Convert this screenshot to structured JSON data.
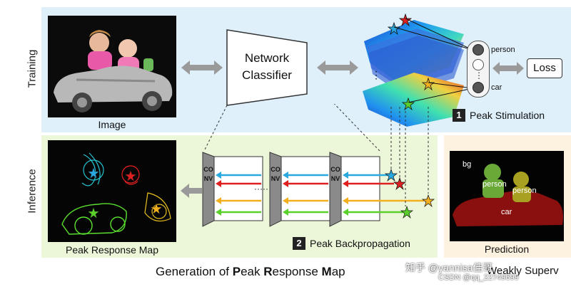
{
  "sections": {
    "training_label": "Training",
    "inference_label": "Inference"
  },
  "training": {
    "image_caption": "Image",
    "network_line1": "Network",
    "network_line2": "Classifier",
    "classes": [
      "person",
      "car"
    ],
    "loss_label": "Loss",
    "step1_number": "1",
    "step1_label": "Peak Stimulation"
  },
  "inference": {
    "response_caption": "Peak Response Map",
    "conv_label": "CONV",
    "step2_number": "2",
    "step2_label": "Peak Backpropagation",
    "dots": "·····"
  },
  "prediction": {
    "caption": "Prediction",
    "labels": [
      "bg",
      "person",
      "person",
      "car"
    ],
    "weakly_label": "Weakly Superv"
  },
  "footer": {
    "title_parts": [
      "Generation of ",
      "P",
      "eak ",
      "R",
      "esponse ",
      "M",
      "ap"
    ]
  },
  "watermark": {
    "line1": "知乎 @yannisa佳哥",
    "line2": "CSDN @qq_22749699"
  },
  "colors": {
    "training_bg": "#dff0fb",
    "inference_bg": "#ecf6d9",
    "prediction_bg": "#fdf1e0",
    "arrow_gray": "#9a9a9a",
    "peak_blue": "#2aa8e0",
    "peak_red": "#e02020",
    "peak_yellow": "#f2b01e",
    "peak_green": "#5ad02a"
  }
}
